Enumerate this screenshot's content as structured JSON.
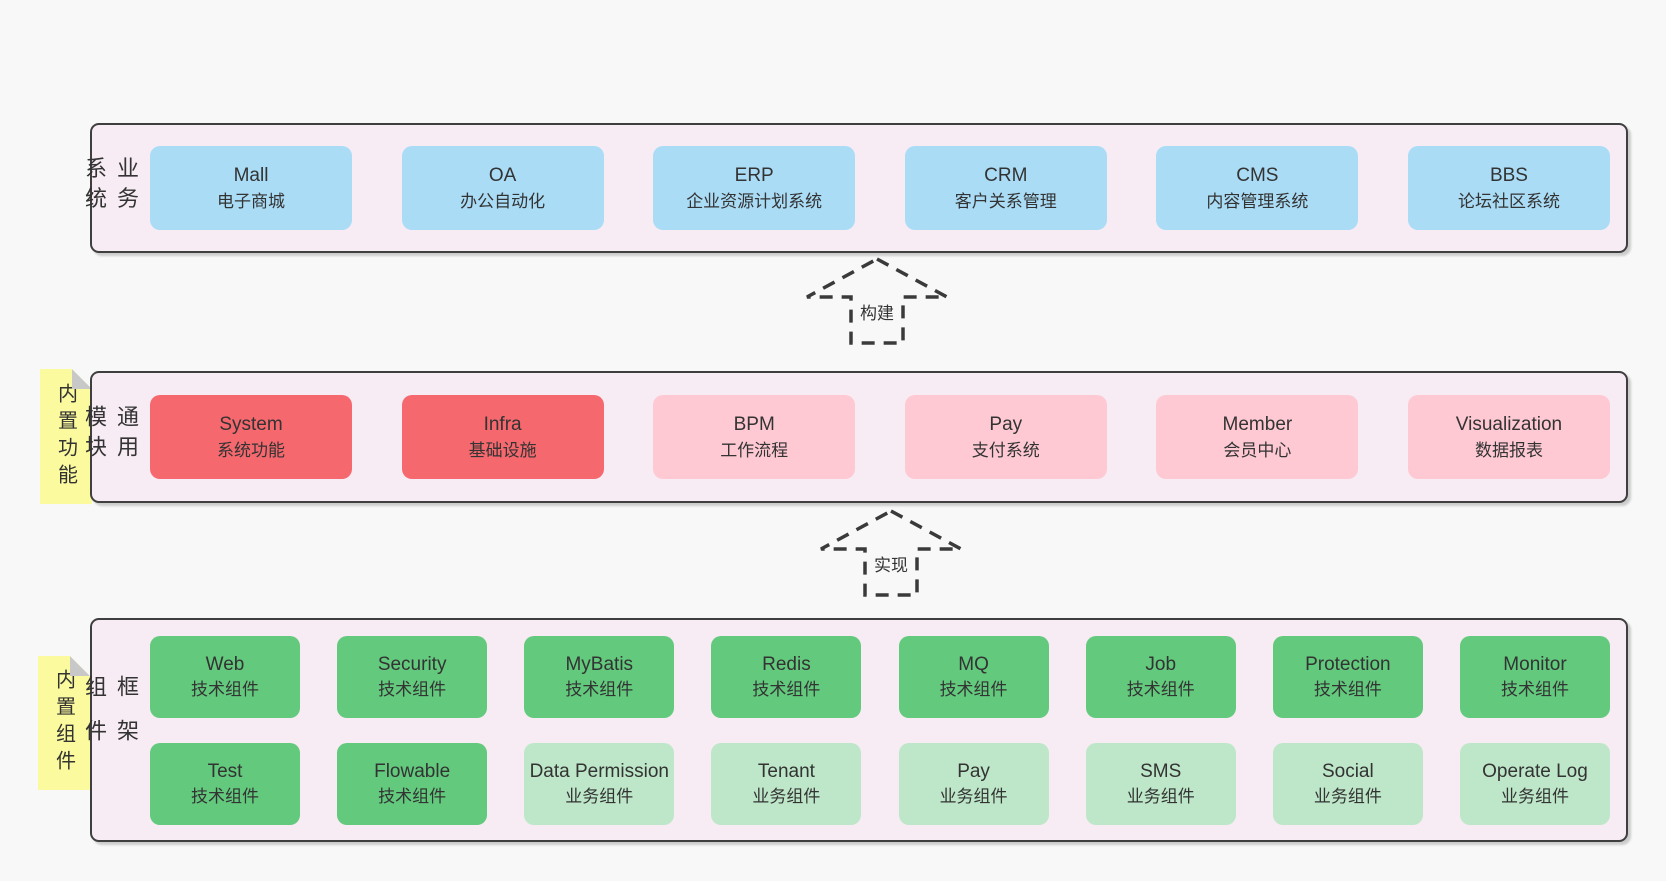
{
  "colors": {
    "page_bg": "#f8f8f8",
    "layer_bg": "#f7ecf4",
    "layer_border": "#3f3f3f",
    "business_box": "#aadcf6",
    "core_module_box": "#f5686e",
    "module_box": "#fec9d3",
    "tech_component_box": "#62c97d",
    "biz_component_box": "#bde7c8",
    "note_bg": "#fbfa9e",
    "note_fold": "#c8c8c8",
    "text": "#333333"
  },
  "arrows": [
    {
      "label": "构建"
    },
    {
      "label": "实现"
    }
  ],
  "notes": [
    {
      "label": "内置功能"
    },
    {
      "label": "内置组件"
    }
  ],
  "layers": [
    {
      "label": "业务系统",
      "items": [
        {
          "name": "Mall",
          "desc": "电子商城"
        },
        {
          "name": "OA",
          "desc": "办公自动化"
        },
        {
          "name": "ERP",
          "desc": "企业资源计划系统"
        },
        {
          "name": "CRM",
          "desc": "客户关系管理"
        },
        {
          "name": "CMS",
          "desc": "内容管理系统"
        },
        {
          "name": "BBS",
          "desc": "论坛社区系统"
        }
      ]
    },
    {
      "label": "通用模块",
      "items": [
        {
          "name": "System",
          "desc": "系统功能",
          "highlight": true
        },
        {
          "name": "Infra",
          "desc": "基础设施",
          "highlight": true
        },
        {
          "name": "BPM",
          "desc": "工作流程",
          "highlight": false
        },
        {
          "name": "Pay",
          "desc": "支付系统",
          "highlight": false
        },
        {
          "name": "Member",
          "desc": "会员中心",
          "highlight": false
        },
        {
          "name": "Visualization",
          "desc": "数据报表",
          "highlight": false
        }
      ]
    },
    {
      "label": "框架组件",
      "rows": [
        [
          {
            "name": "Web",
            "desc": "技术组件"
          },
          {
            "name": "Security",
            "desc": "技术组件"
          },
          {
            "name": "MyBatis",
            "desc": "技术组件"
          },
          {
            "name": "Redis",
            "desc": "技术组件"
          },
          {
            "name": "MQ",
            "desc": "技术组件"
          },
          {
            "name": "Job",
            "desc": "技术组件"
          },
          {
            "name": "Protection",
            "desc": "技术组件"
          },
          {
            "name": "Monitor",
            "desc": "技术组件"
          }
        ],
        [
          {
            "name": "Test",
            "desc": "技术组件"
          },
          {
            "name": "Flowable",
            "desc": "技术组件"
          },
          {
            "name": "Data Permission",
            "desc": "业务组件"
          },
          {
            "name": "Tenant",
            "desc": "业务组件"
          },
          {
            "name": "Pay",
            "desc": "业务组件"
          },
          {
            "name": "SMS",
            "desc": "业务组件"
          },
          {
            "name": "Social",
            "desc": "业务组件"
          },
          {
            "name": "Operate Log",
            "desc": "业务组件"
          }
        ]
      ]
    }
  ]
}
